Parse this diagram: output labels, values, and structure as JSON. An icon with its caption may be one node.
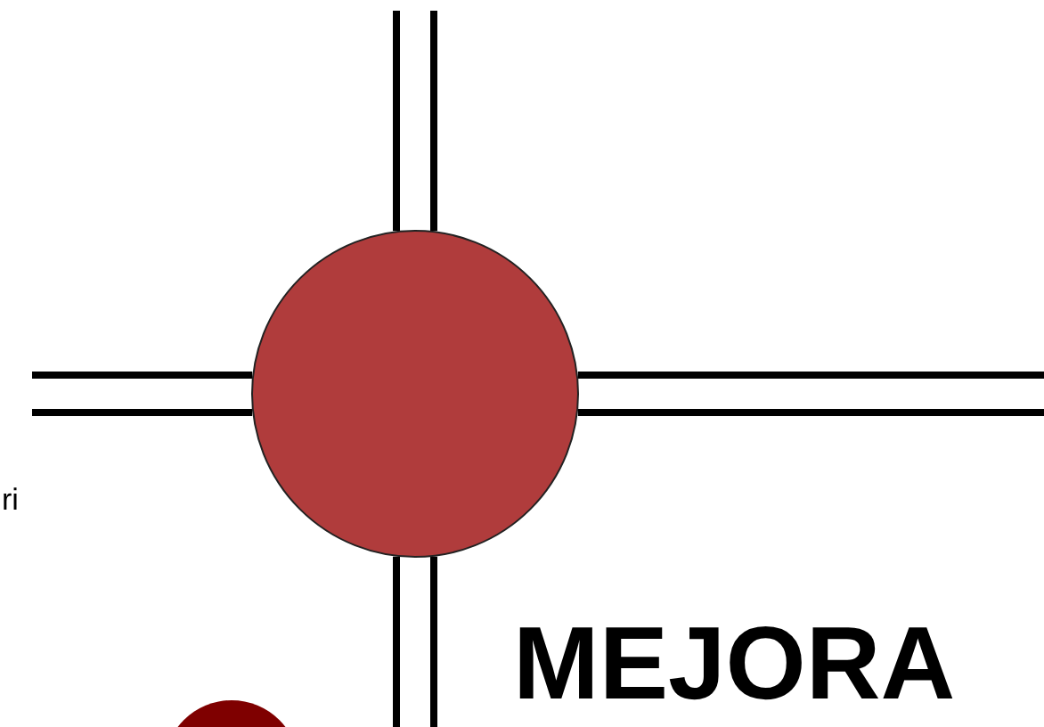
{
  "diagram": {
    "nodes": [
      {
        "text": [],
        "shape": "circle"
      },
      {
        "text": [],
        "shape": "circle"
      }
    ],
    "labels": [
      "ri",
      "MEJORA"
    ]
  }
}
